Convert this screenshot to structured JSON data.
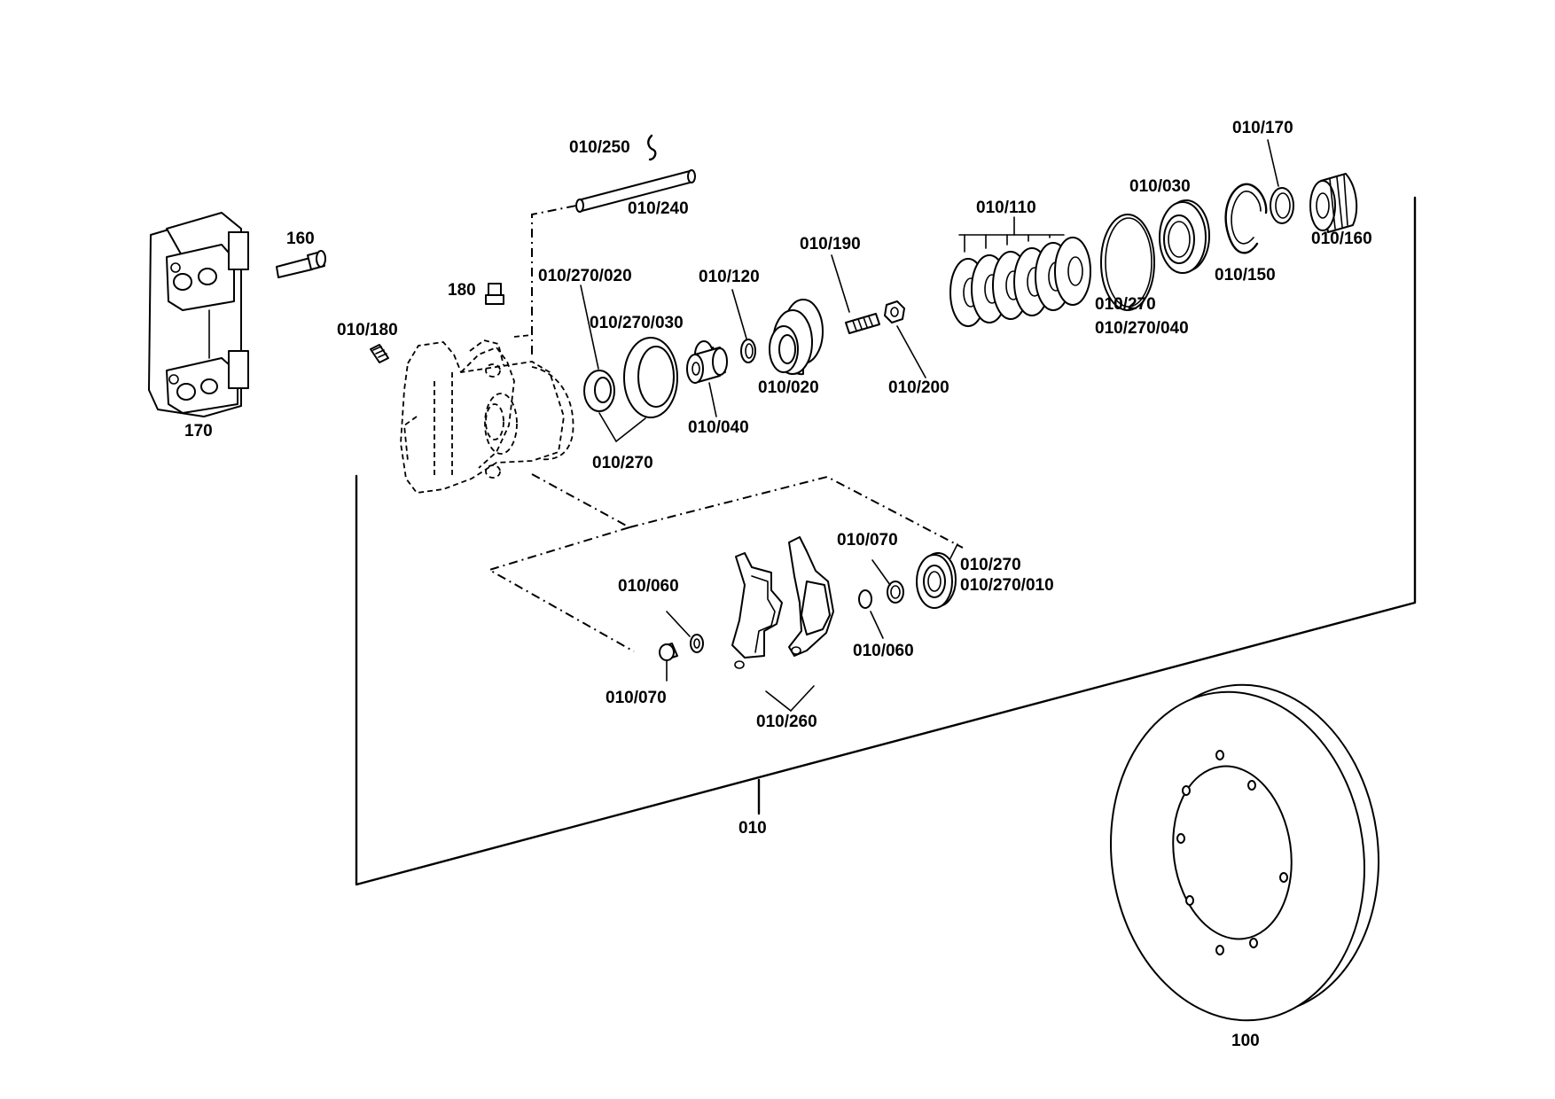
{
  "labels": {
    "p010_250": "010/250",
    "p010_240": "010/240",
    "p160": "160",
    "p180": "180",
    "p170": "170",
    "p010_180": "010/180",
    "p010_270_020": "010/270/020",
    "p010_270_030": "010/270/030",
    "p010_270_a": "010/270",
    "p010_120": "010/120",
    "p010_040": "010/040",
    "p010_190": "010/190",
    "p010_020": "010/020",
    "p010_200": "010/200",
    "p010_110": "010/110",
    "p010_030": "010/030",
    "p010_170": "010/170",
    "p010_160": "010/160",
    "p010_150": "010/150",
    "p010_270_b": "010/270",
    "p010_270_040": "010/270/040",
    "p010_070_a": "010/070",
    "p010_270_c": "010/270",
    "p010_270_010": "010/270/010",
    "p010_060_a": "010/060",
    "p010_060_b": "010/060",
    "p010_070_b": "010/070",
    "p010_260": "010/260",
    "p010": "010",
    "p100": "100"
  }
}
